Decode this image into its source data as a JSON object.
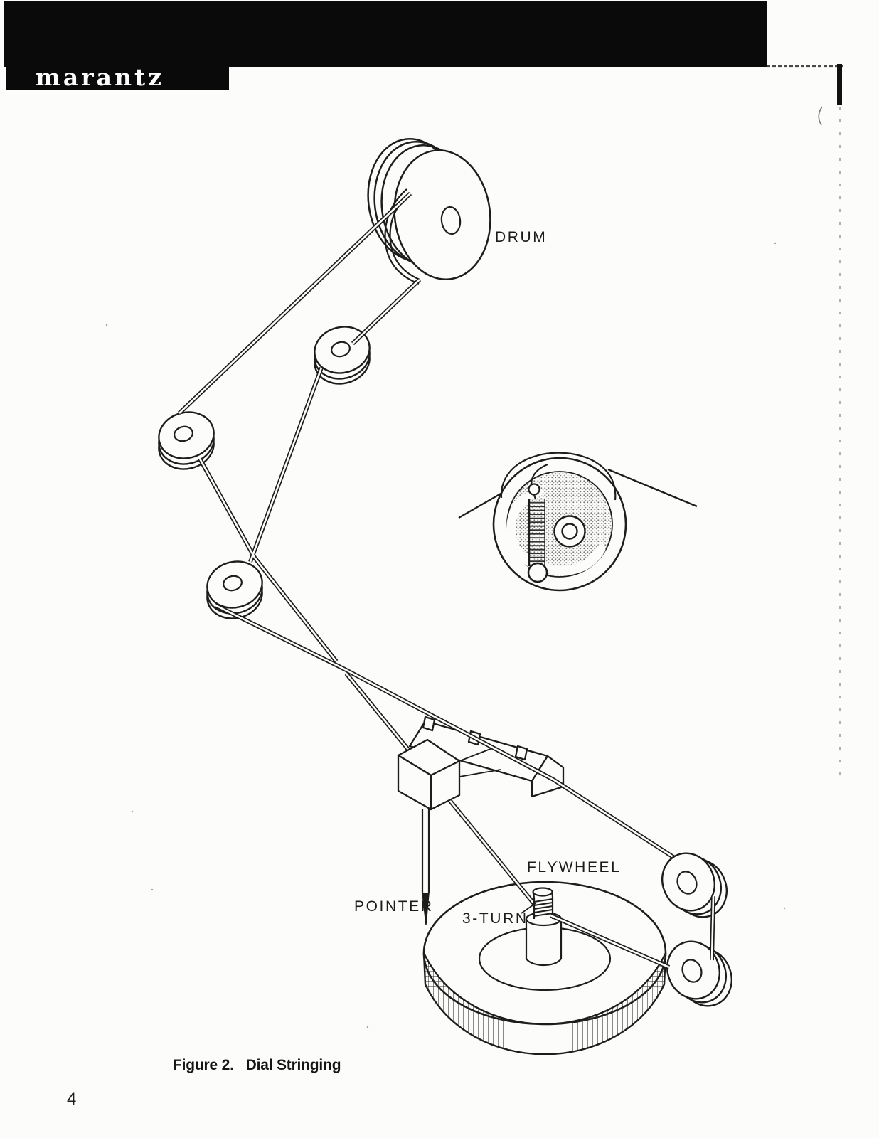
{
  "page": {
    "number": "4",
    "paper_color": "#fcfcfa",
    "ink_color": "#1d1d1d",
    "header_bar_color": "#0a0a0a"
  },
  "header": {
    "brand": "marantz"
  },
  "figure": {
    "caption": "Figure 2.   Dial Stringing",
    "labels": {
      "drum": "DRUM",
      "flywheel": "FLYWHEEL",
      "pointer": "POINTER",
      "three_turn": "3-TURN"
    }
  }
}
